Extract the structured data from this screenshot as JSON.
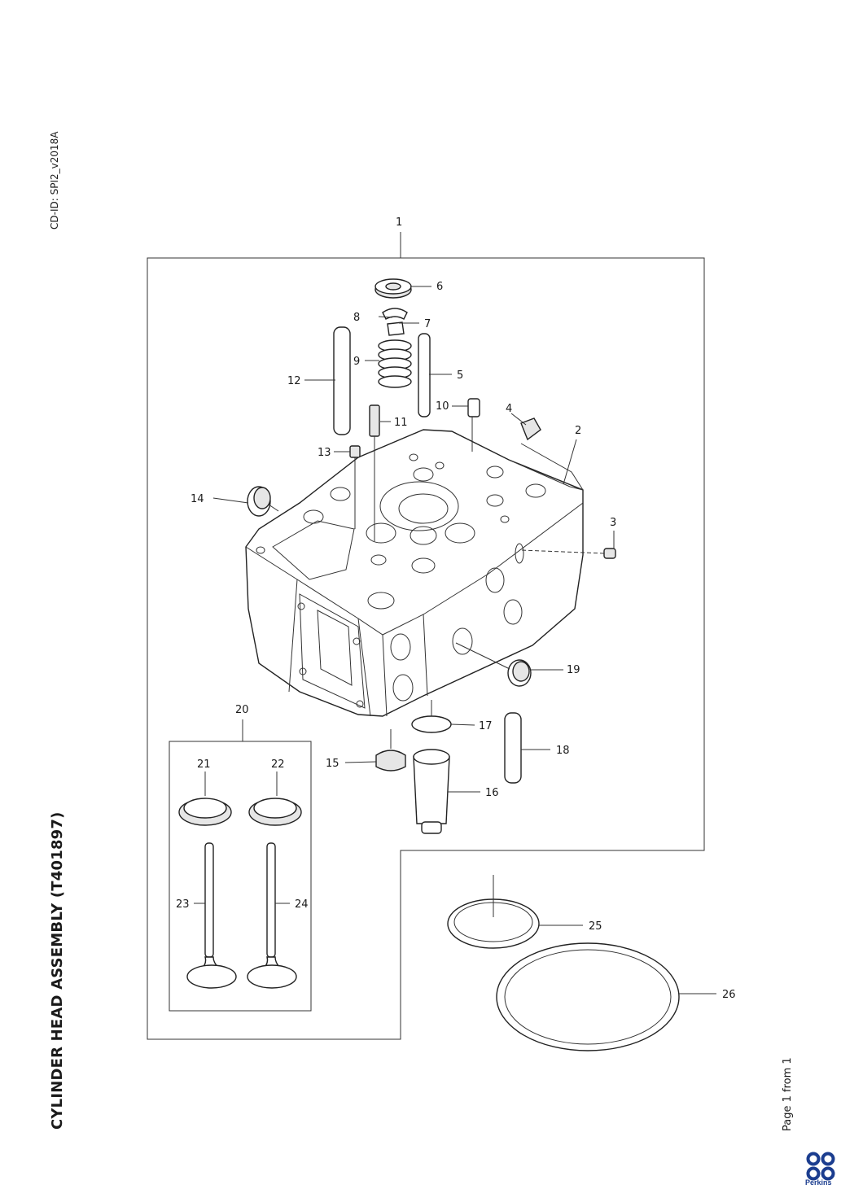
{
  "document": {
    "cd_id": "CD-ID: SPI2_v2018A",
    "title": "CYLINDER HEAD ASSEMBLY (T401897)",
    "page_label": "Page 1 from 1",
    "brand": "Perkins"
  },
  "callouts": [
    "1",
    "2",
    "3",
    "4",
    "5",
    "6",
    "7",
    "8",
    "9",
    "10",
    "11",
    "12",
    "13",
    "14",
    "15",
    "16",
    "17",
    "18",
    "19",
    "20",
    "21",
    "22",
    "23",
    "24",
    "25",
    "26"
  ],
  "colors": {
    "line": "#222222",
    "brand_blue": "#1b3d8f"
  }
}
